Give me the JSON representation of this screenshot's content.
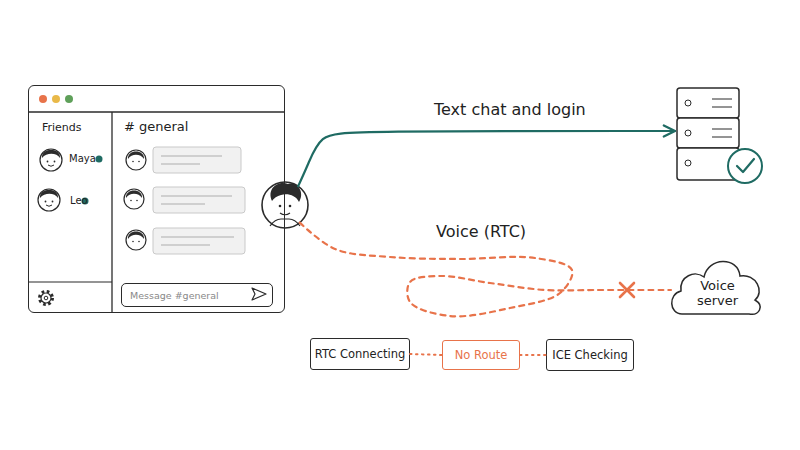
{
  "diagram": {
    "nodes": [
      {
        "text": [
          "Friends",
          "# general"
        ]
      },
      {
        "text": [
          "Message #general"
        ],
        "in": 0
      },
      {
        "text": []
      },
      {
        "text": []
      },
      {
        "text": [
          "Voice server"
        ]
      },
      {
        "text": [
          "RTC Connecting"
        ]
      },
      {
        "text": [
          "No Route"
        ]
      },
      {
        "text": [
          "ICE Checking"
        ]
      }
    ],
    "edges": [
      {
        "from": 2,
        "to": 3,
        "label": "Text chat and login",
        "arrow": "to"
      },
      {
        "from": 2,
        "to": 4,
        "label": "Voice (RTC)",
        "arrow": "none"
      },
      {
        "from": 5,
        "to": 6,
        "arrow": "none"
      },
      {
        "from": 6,
        "to": 7,
        "arrow": "none"
      }
    ],
    "labels": [
      "Maya",
      "Leo"
    ]
  }
}
